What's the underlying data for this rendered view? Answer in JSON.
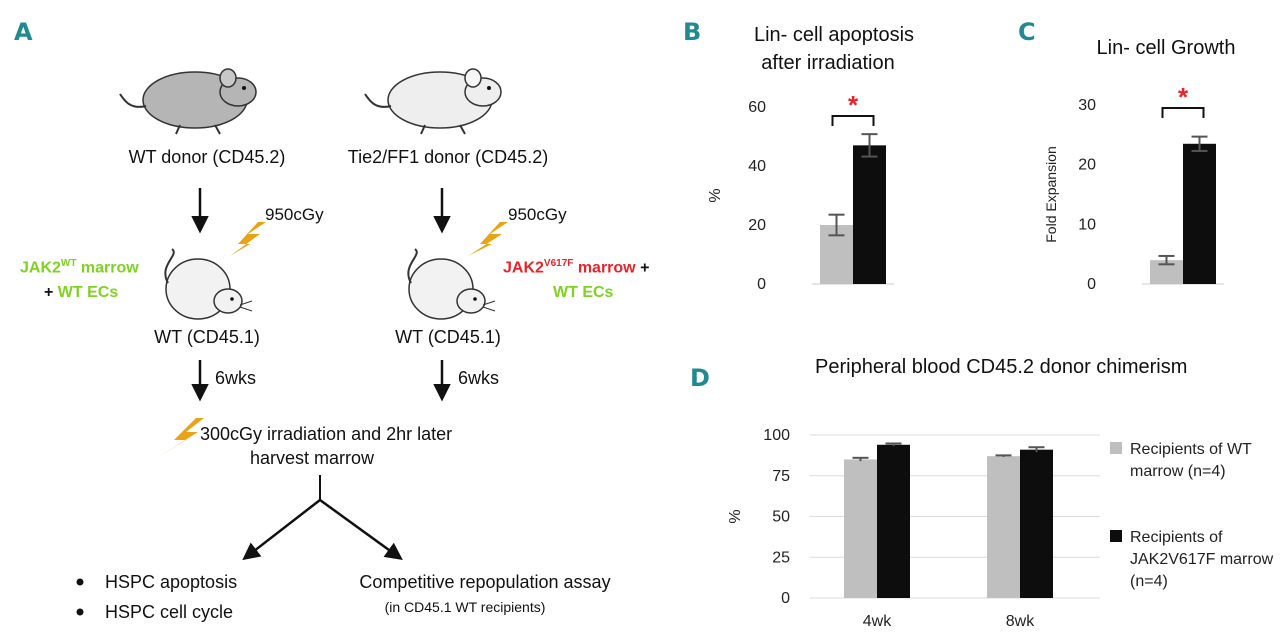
{
  "panels": {
    "A": "A",
    "B": "B",
    "C": "C",
    "D": "D"
  },
  "schematic": {
    "wt_donor": "WT donor (CD45.2)",
    "tie2_donor": "Tie2/FF1 donor (CD45.2)",
    "dose1": "950cGy",
    "dose2": "950cGy",
    "left_marrow_prefix": "JAK2",
    "left_marrow_sup": "WT",
    "left_marrow_suffix": " marrow",
    "left_ecs_plus": "+ ",
    "left_ecs": "WT ECs",
    "right_marrow_prefix": "JAK2",
    "right_marrow_sup": "V617F",
    "right_marrow_suffix": " marrow",
    "right_plus": " +",
    "right_ecs": "WT ECs",
    "recipient_left": "WT (CD45.1)",
    "recipient_right": "WT (CD45.1)",
    "wks_left": "6wks",
    "wks_right": "6wks",
    "irradiation_line1": "300cGy irradiation and 2hr later",
    "irradiation_line2": "harvest marrow",
    "bullet1": "HSPC apoptosis",
    "bullet2": "HSPC cell cycle",
    "assay": "Competitive repopulation assay",
    "assay_sub": "(in CD45.1 WT recipients)"
  },
  "colors": {
    "wt_bar": "#bfbfbf",
    "mut_bar": "#0d0d0d",
    "green_text": "#7ed321",
    "red_text": "#e8232a",
    "panel_letter": "#1f8a93",
    "bolt": "#e8a317",
    "arrow": "#111111"
  },
  "chart_data": [
    {
      "id": "B",
      "type": "bar",
      "title_line1": "Lin- cell apoptosis",
      "title_line2": "after irradiation",
      "ylabel": "%",
      "ylim": [
        0,
        60
      ],
      "yticks": [
        0,
        20,
        40,
        60
      ],
      "values": [
        20,
        47
      ],
      "errors": [
        3.5,
        3.8
      ],
      "significance": "*"
    },
    {
      "id": "C",
      "type": "bar",
      "title": "Lin- cell Growth",
      "ylabel": "Fold Expansion",
      "ylim": [
        0,
        30
      ],
      "yticks": [
        0,
        10,
        20,
        30
      ],
      "values": [
        4,
        23.5
      ],
      "errors": [
        0.7,
        1.2
      ],
      "significance": "*"
    },
    {
      "id": "D",
      "type": "bar",
      "title": "Peripheral blood CD45.2 donor chimerism",
      "ylabel": "%",
      "ylim": [
        0,
        100
      ],
      "yticks": [
        0,
        25,
        50,
        75,
        100
      ],
      "categories": [
        "4wk",
        "8wk"
      ],
      "series": [
        {
          "name": "Recipients of WT marrow (n=4)",
          "legend_lines": [
            "Recipients of WT",
            "marrow (n=4)"
          ],
          "values": [
            85,
            87
          ],
          "errors": [
            1,
            0.5
          ]
        },
        {
          "name": "Recipients of JAK2V617F marrow (n=4)",
          "legend_lines": [
            "Recipients of",
            "JAK2V617F marrow",
            "(n=4)"
          ],
          "values": [
            94,
            91
          ],
          "errors": [
            0.8,
            1.5
          ]
        }
      ]
    }
  ]
}
